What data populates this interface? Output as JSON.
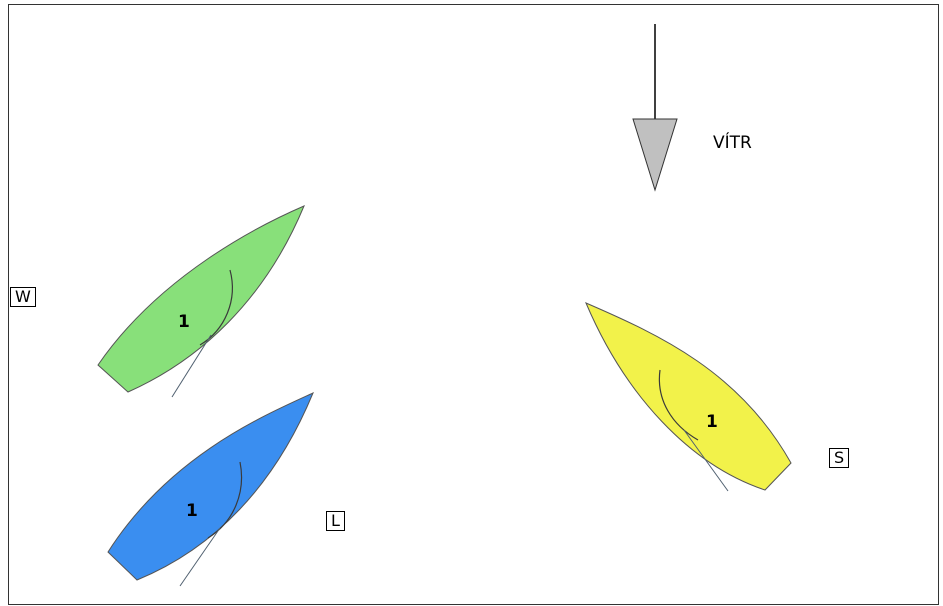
{
  "wind": {
    "label": "VÍTR",
    "arrow_color": "#c0c0c0"
  },
  "boats": [
    {
      "id": "W",
      "number": "1",
      "color": "#88e07a"
    },
    {
      "id": "L",
      "number": "1",
      "color": "#3a8ef0"
    },
    {
      "id": "S",
      "number": "1",
      "color": "#f2f24a"
    }
  ],
  "sail_colors": {
    "mast_line": "#3a3a3a",
    "boom_line": "#506070"
  }
}
